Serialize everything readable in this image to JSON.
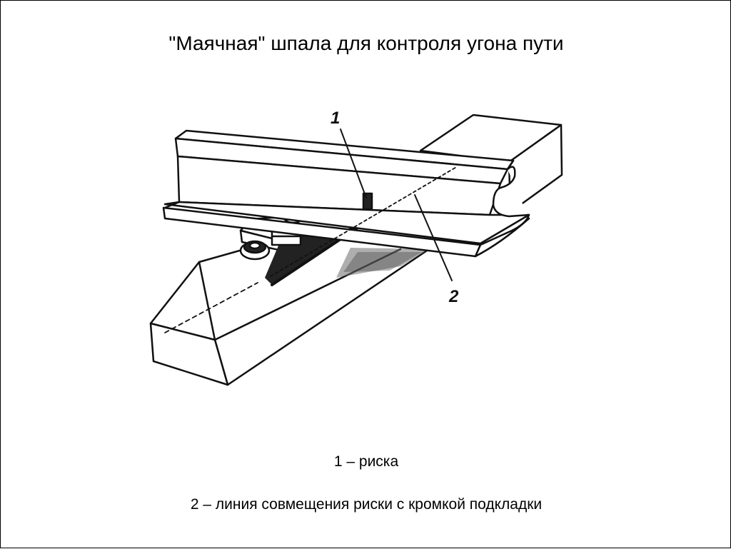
{
  "title": "\"Маячная\" шпала для контроля угона пути",
  "callouts": {
    "marker_1": "1",
    "marker_2": "2"
  },
  "legend": [
    "1 – риска",
    "2 – линия совмещения риски с кромкой подкладки"
  ]
}
